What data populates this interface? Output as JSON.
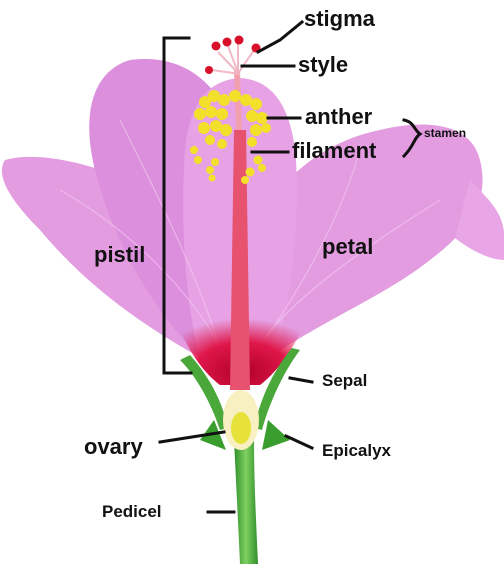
{
  "labels": {
    "stigma": "stigma",
    "style": "style",
    "anther": "anther",
    "filament": "filament",
    "stamen": "stamen",
    "pistil": "pistil",
    "petal": "petal",
    "sepal": "Sepal",
    "ovary": "ovary",
    "epicalyx": "Epicalyx",
    "pedicel": "Pedicel"
  }
}
